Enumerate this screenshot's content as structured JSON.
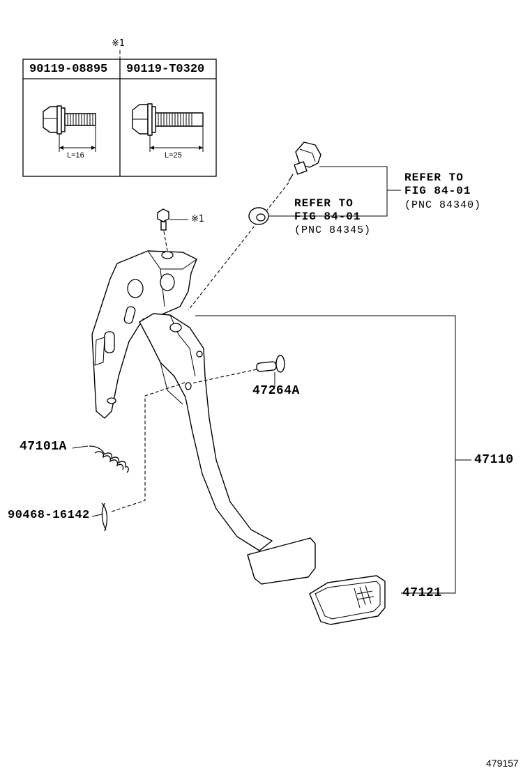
{
  "table": {
    "note_mark": "※1",
    "columns": [
      {
        "part_number": "90119-08895",
        "length": "L=16"
      },
      {
        "part_number": "90119-T0320",
        "length": "L=25"
      }
    ]
  },
  "bolt_note": "※1",
  "references": [
    {
      "line1": "REFER TO",
      "line2": "FIG 84-01",
      "line3": "(PNC 84340)"
    },
    {
      "line1": "REFER TO",
      "line2": "FIG 84-01",
      "line3": "(PNC 84345)"
    }
  ],
  "parts": {
    "pin": "47264A",
    "spring": "47101A",
    "clip": "90468-16142",
    "pedal_assembly": "47110",
    "pad": "47121"
  },
  "figure_id": "479157"
}
